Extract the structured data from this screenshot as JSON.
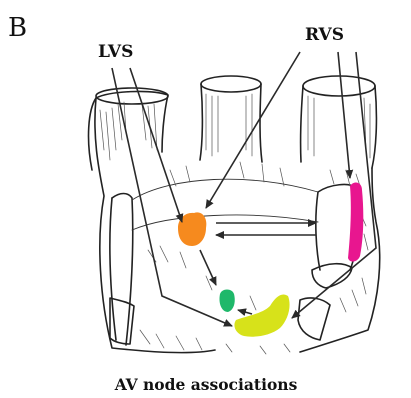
{
  "panel_label": "B",
  "labels": {
    "left": "LVS",
    "right": "RVS",
    "caption": "AV node associations"
  },
  "regions": [
    {
      "name": "orange",
      "color": "#f68a1e"
    },
    {
      "name": "magenta",
      "color": "#e8168f"
    },
    {
      "name": "green",
      "color": "#1fb86a"
    },
    {
      "name": "yellow",
      "color": "#d7e21a"
    }
  ]
}
